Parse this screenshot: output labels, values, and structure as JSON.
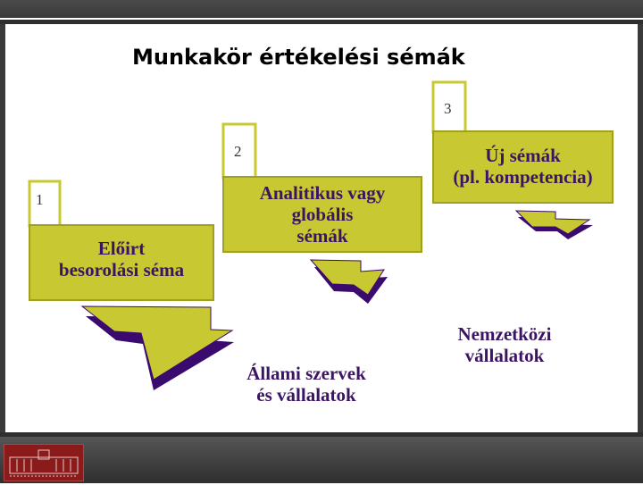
{
  "title": "Munkakör értékelési sémák",
  "steps": [
    {
      "number": "1",
      "label_lines": [
        "Előirt",
        "besorolási séma"
      ]
    },
    {
      "number": "2",
      "label_lines": [
        "Analitikus vagy",
        "globális",
        "sémák"
      ]
    },
    {
      "number": "3",
      "label_lines": [
        "Új sémák",
        "(pl. kompetencia)"
      ]
    }
  ],
  "targets": [
    {
      "label_lines": [
        "Állami szervek",
        "és vállalatok"
      ]
    },
    {
      "label_lines": [
        "Nemzetközi",
        "vállalatok"
      ]
    }
  ],
  "colors": {
    "box_fill": "#c8c832",
    "box_border": "#a0a020",
    "arrow_fill": "#c8c832",
    "arrow_shadow": "#3a0a6e",
    "box_text": "#3c1464",
    "target_text": "#3c1464"
  }
}
